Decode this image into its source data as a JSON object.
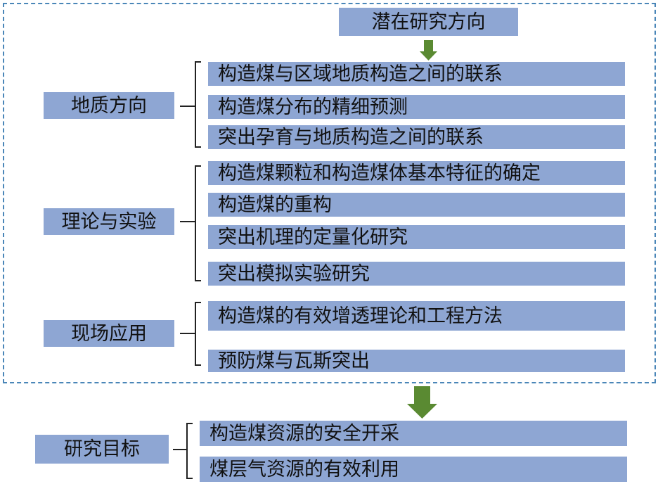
{
  "top_label": "潜在研究方向",
  "groups": [
    {
      "category": "地质方向",
      "items": [
        "构造煤与区域地质构造之间的联系",
        "构造煤分布的精细预测",
        "突出孕育与地质构造之间的联系"
      ]
    },
    {
      "category": "理论与实验",
      "items": [
        "构造煤颗粒和构造煤体基本特征的确定",
        "构造煤的重构",
        "突出机理的定量化研究",
        "突出模拟实验研究"
      ]
    },
    {
      "category": "现场应用",
      "items": [
        "构造煤的有效增透理论和工程方法",
        "预防煤与瓦斯突出"
      ]
    }
  ],
  "goal": {
    "category": "研究目标",
    "items": [
      "构造煤资源的安全开采",
      "煤层气资源的有效利用"
    ]
  },
  "colors": {
    "box_fill": "#8ea6d3",
    "arrow": "#5a8a32",
    "dash_border": "#4a86b8",
    "bracket": "#222222"
  }
}
